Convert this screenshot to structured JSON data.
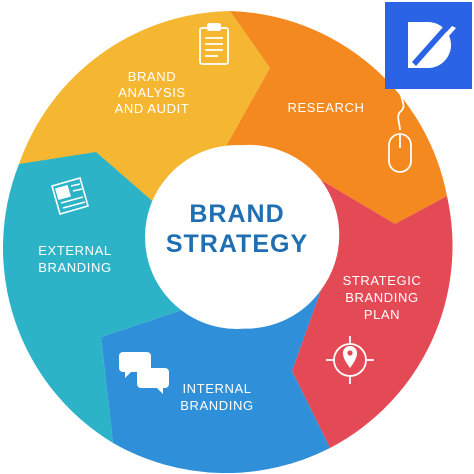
{
  "center": {
    "line1": "BRAND",
    "line2": "STRATEGY",
    "color": "#1f6fb2"
  },
  "segments": [
    {
      "name": "brand-analysis",
      "lines": [
        "BRAND",
        "ANALYSIS",
        "AND AUDIT"
      ],
      "color": "#f5b731",
      "icon": "clipboard-icon"
    },
    {
      "name": "research",
      "lines": [
        "RESEARCH"
      ],
      "color": "#f4891f",
      "icon": "mouse-icon"
    },
    {
      "name": "strategic-branding-plan",
      "lines": [
        "STRATEGIC",
        "BRANDING",
        "PLAN"
      ],
      "color": "#e44a55",
      "icon": "location-pin-icon"
    },
    {
      "name": "internal-branding",
      "lines": [
        "INTERNAL",
        "BRANDING"
      ],
      "color": "#2f8fd8",
      "icon": "chat-bubbles-icon"
    },
    {
      "name": "external-branding",
      "lines": [
        "EXTERNAL",
        "BRANDING"
      ],
      "color": "#2cb3c8",
      "icon": "newspaper-icon"
    }
  ],
  "logo": {
    "color": "#2a63e6",
    "icon": "brand-logo-icon"
  }
}
